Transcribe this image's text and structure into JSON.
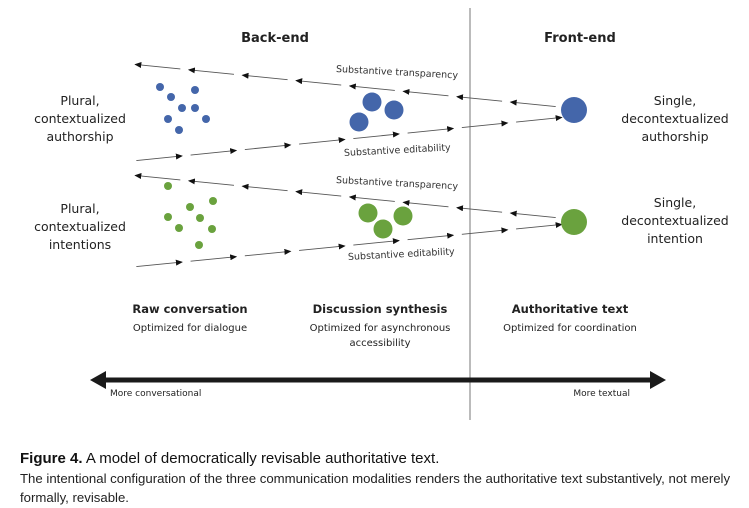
{
  "headers": {
    "back_end": "Back-end",
    "front_end": "Front-end"
  },
  "rows": [
    {
      "left_label": [
        "Plural,",
        "contextualized",
        "authorship"
      ],
      "right_label": [
        "Single,",
        "decontextualized",
        "authorship"
      ],
      "color": "#4466aa",
      "top_flow_label": "Substantive transparency",
      "bottom_flow_label": "Substantive editability"
    },
    {
      "left_label": [
        "Plural,",
        "contextualized",
        "intentions"
      ],
      "right_label": [
        "Single,",
        "decontextualized",
        "intention"
      ],
      "color": "#6aa23e",
      "top_flow_label": "Substantive transparency",
      "bottom_flow_label": "Substantive editability"
    }
  ],
  "columns": [
    {
      "title": "Raw conversation",
      "subtitle": "Optimized for dialogue"
    },
    {
      "title": "Discussion synthesis",
      "subtitle": "Optimized for asynchronous accessibility"
    },
    {
      "title": "Authoritative text",
      "subtitle": "Optimized for coordination"
    }
  ],
  "axis": {
    "left_label": "More conversational",
    "right_label": "More textual"
  },
  "caption": {
    "figure_label": "Figure 4.",
    "title": "A model of democratically revisable authoritative text.",
    "body": "The intentional configuration of the three communication modalities renders the authoritative text substantively, not merely formally, revisable."
  },
  "colors": {
    "blue": "#4466aa",
    "green": "#6aa23e",
    "line": "#555555",
    "axis": "#1a1a1a"
  }
}
